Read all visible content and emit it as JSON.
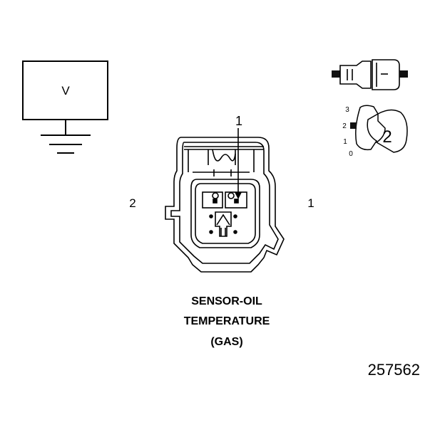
{
  "voltage_box": {
    "label": "V"
  },
  "connector": {
    "cavity_callout": "1",
    "side_left_label": "2",
    "side_right_label": "1"
  },
  "position_indicator": {
    "ticks": [
      "3",
      "2",
      "1",
      "0"
    ],
    "position": "2"
  },
  "caption": {
    "line1": "SENSOR-OIL",
    "line2": "TEMPERATURE",
    "line3": "(GAS)"
  },
  "figure_number": "257562"
}
